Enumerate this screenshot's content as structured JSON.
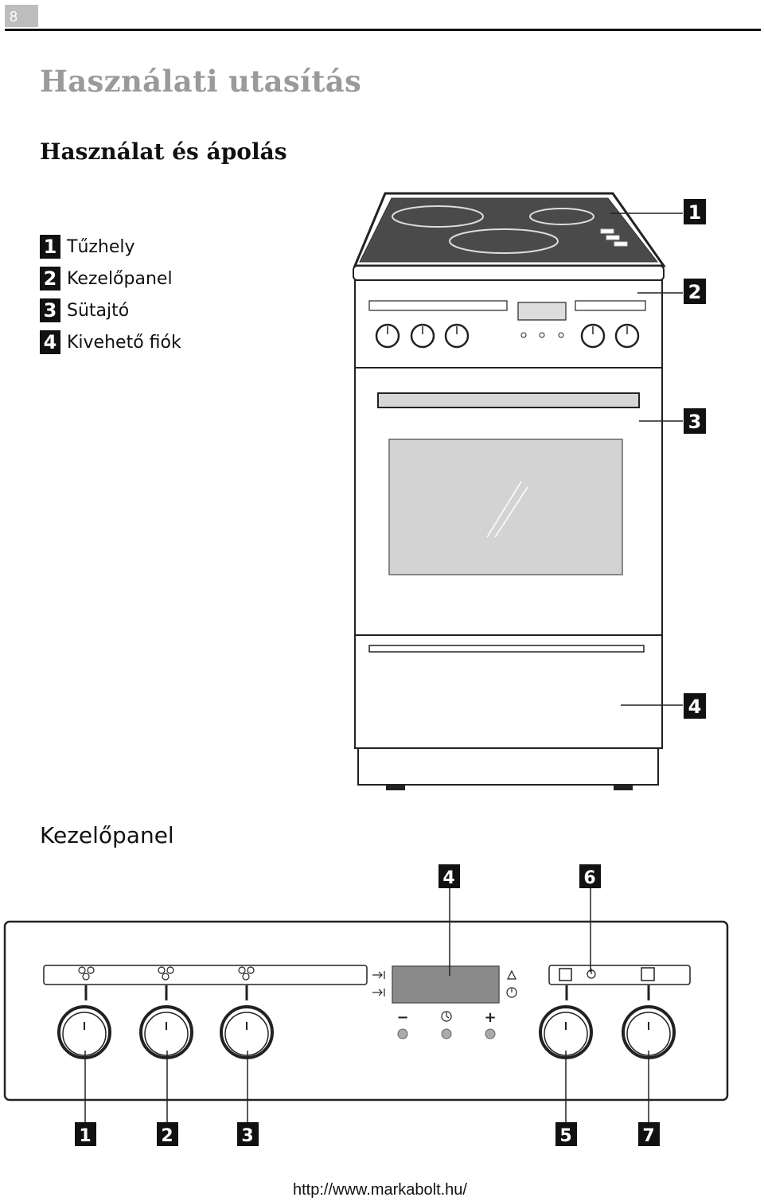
{
  "page": {
    "number": "8"
  },
  "header": {
    "title": "Használati utasítás"
  },
  "section": {
    "title": "Használat és ápolás"
  },
  "legend": [
    {
      "num": "1",
      "label": "Tűzhely"
    },
    {
      "num": "2",
      "label": "Kezelőpanel"
    },
    {
      "num": "3",
      "label": "Sütajtó"
    },
    {
      "num": "4",
      "label": "Kivehető fiók"
    }
  ],
  "stove_callouts": [
    "1",
    "2",
    "3",
    "4"
  ],
  "control_panel": {
    "title": "Kezelőpanel",
    "callouts_top": [
      "4",
      "6"
    ],
    "callouts_bottom": [
      "1",
      "2",
      "3",
      "5",
      "7"
    ],
    "timer_buttons": [
      "−",
      "+"
    ]
  },
  "footer": {
    "url": "http://www.markabolt.hu/"
  },
  "colors": {
    "title_gray": "#9a9a9a",
    "badge": "#111111",
    "display": "#8a8a8a"
  }
}
